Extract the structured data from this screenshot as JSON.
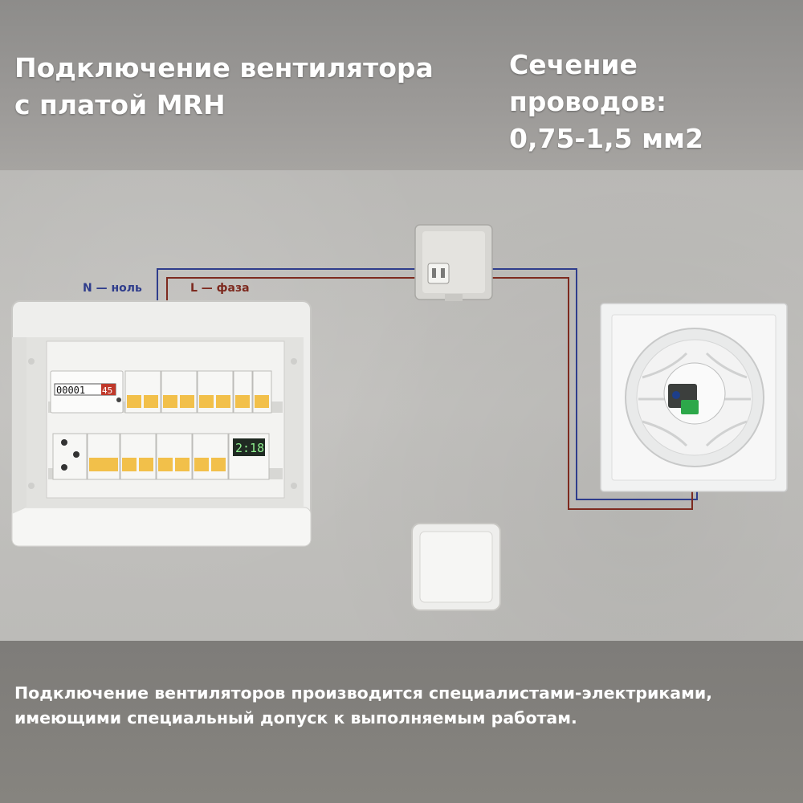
{
  "header": {
    "title_lines": [
      "Подключение вентилятора",
      "с платой MRH"
    ],
    "wire_section_lines": [
      "Сечение проводов:",
      "0,75-1,5 мм2"
    ]
  },
  "labels": {
    "neutral": "N — ноль",
    "phase": "L — фаза"
  },
  "panel": {
    "meter_reading": "00001",
    "meter_reading_fraction": "45",
    "timer_display": "2:18"
  },
  "colors": {
    "neutral_wire": "#2f3d8c",
    "phase_wire": "#7d2a1f",
    "breaker_toggle": "#f2c04a",
    "terminal_block": "#2da84a"
  },
  "footer": {
    "warning_lines": [
      "Подключение вентиляторов производится специалистами-электриками,",
      " имеющими специальный допуск к выполняемым работам."
    ]
  }
}
